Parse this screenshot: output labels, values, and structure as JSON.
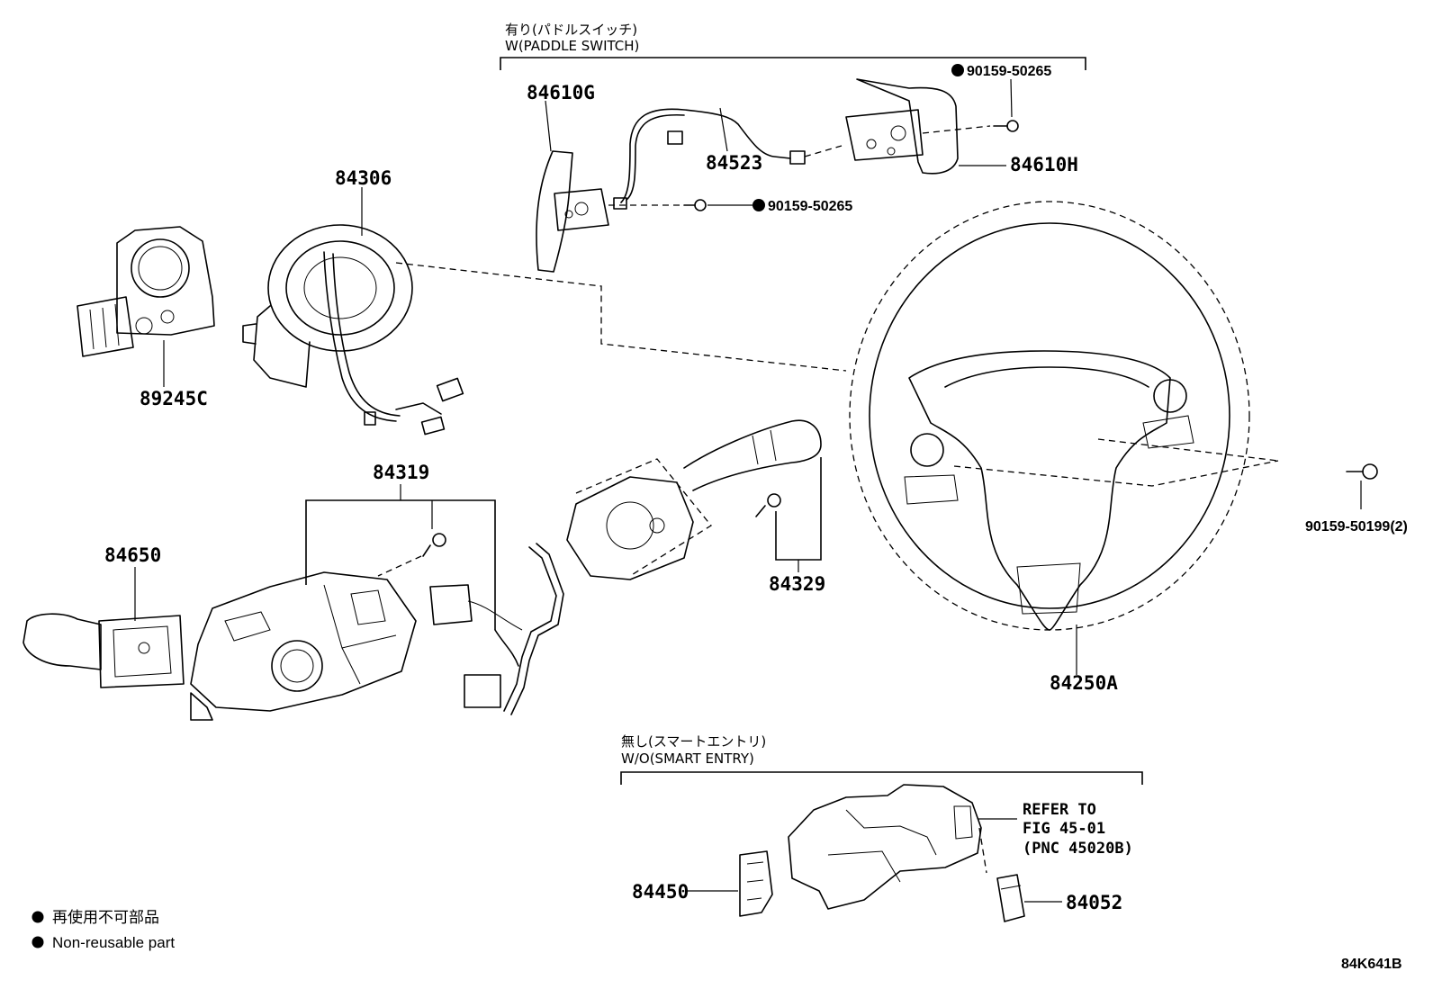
{
  "groups": {
    "paddle": {
      "jp": "有り(パドルスイッチ)",
      "en": "W(PADDLE SWITCH)"
    },
    "smart_entry": {
      "jp": "無し(スマートエントリ)",
      "en": "W/O(SMART ENTRY)"
    }
  },
  "parts": {
    "p84610G": "84610G",
    "p84523": "84523",
    "p84610H": "84610H",
    "p90159_50265_a": "90159-50265",
    "p90159_50265_b": "90159-50265",
    "p84306": "84306",
    "p89245C": "89245C",
    "p84319": "84319",
    "p84650": "84650",
    "p84329": "84329",
    "p84250A": "84250A",
    "p90159_50199": "90159-50199(2)",
    "p84450": "84450",
    "p84052": "84052"
  },
  "refer": [
    "REFER TO",
    "FIG 45-01",
    "(PNC 45020B)"
  ],
  "legend": {
    "jp": "再使用不可部品",
    "en": "Non-reusable part",
    "marker": "filled-circle-icon"
  },
  "figure_code": "84K641B"
}
